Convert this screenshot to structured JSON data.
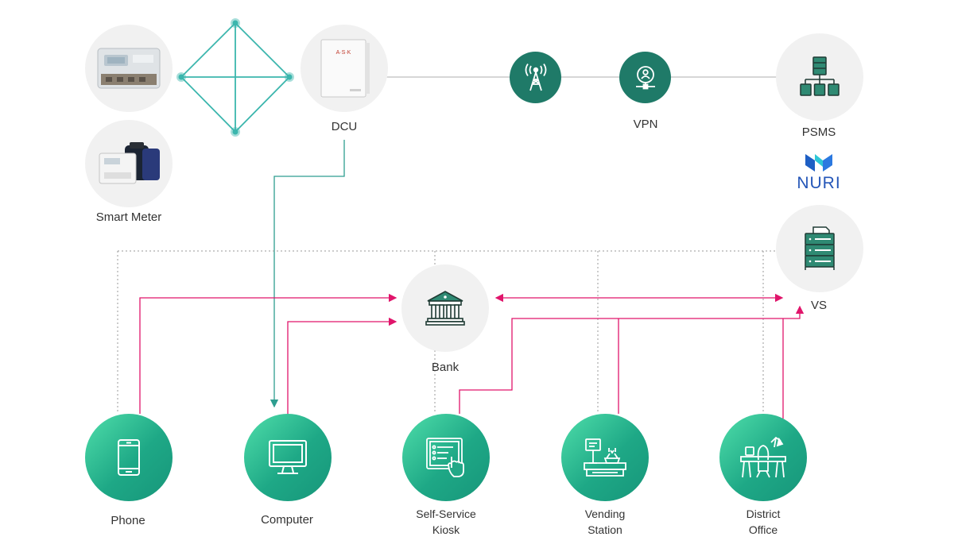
{
  "labels": {
    "smart_meter": "Smart Meter",
    "dcu": "DCU",
    "vpn": "VPN",
    "psms": "PSMS",
    "vs": "VS",
    "bank": "Bank",
    "phone": "Phone",
    "computer": "Computer",
    "kiosk_line1": "Self-Service",
    "kiosk_line2": "Kiosk",
    "vending_line1": "Vending",
    "vending_line2": "Station",
    "district_line1": "District",
    "district_line2": "Office"
  },
  "logo": {
    "text": "NURI"
  },
  "colors": {
    "mesh": "#3bb6ad",
    "link_gray": "#c8c8c8",
    "payment_line": "#e0156b",
    "dcu_feed": "#2e9e90",
    "accent_green": "#1ea886",
    "dark_green": "#1f7a68",
    "nuri_blue": "#2456b8"
  },
  "icons": {
    "tower": "cell-tower-icon",
    "vpn": "vpn-icon",
    "psms": "server-network-icon",
    "vs": "server-stack-icon",
    "bank": "bank-icon",
    "phone": "smartphone-icon",
    "computer": "monitor-icon",
    "kiosk": "touch-kiosk-icon",
    "vending": "vending-stand-icon",
    "district": "office-desk-icon"
  }
}
